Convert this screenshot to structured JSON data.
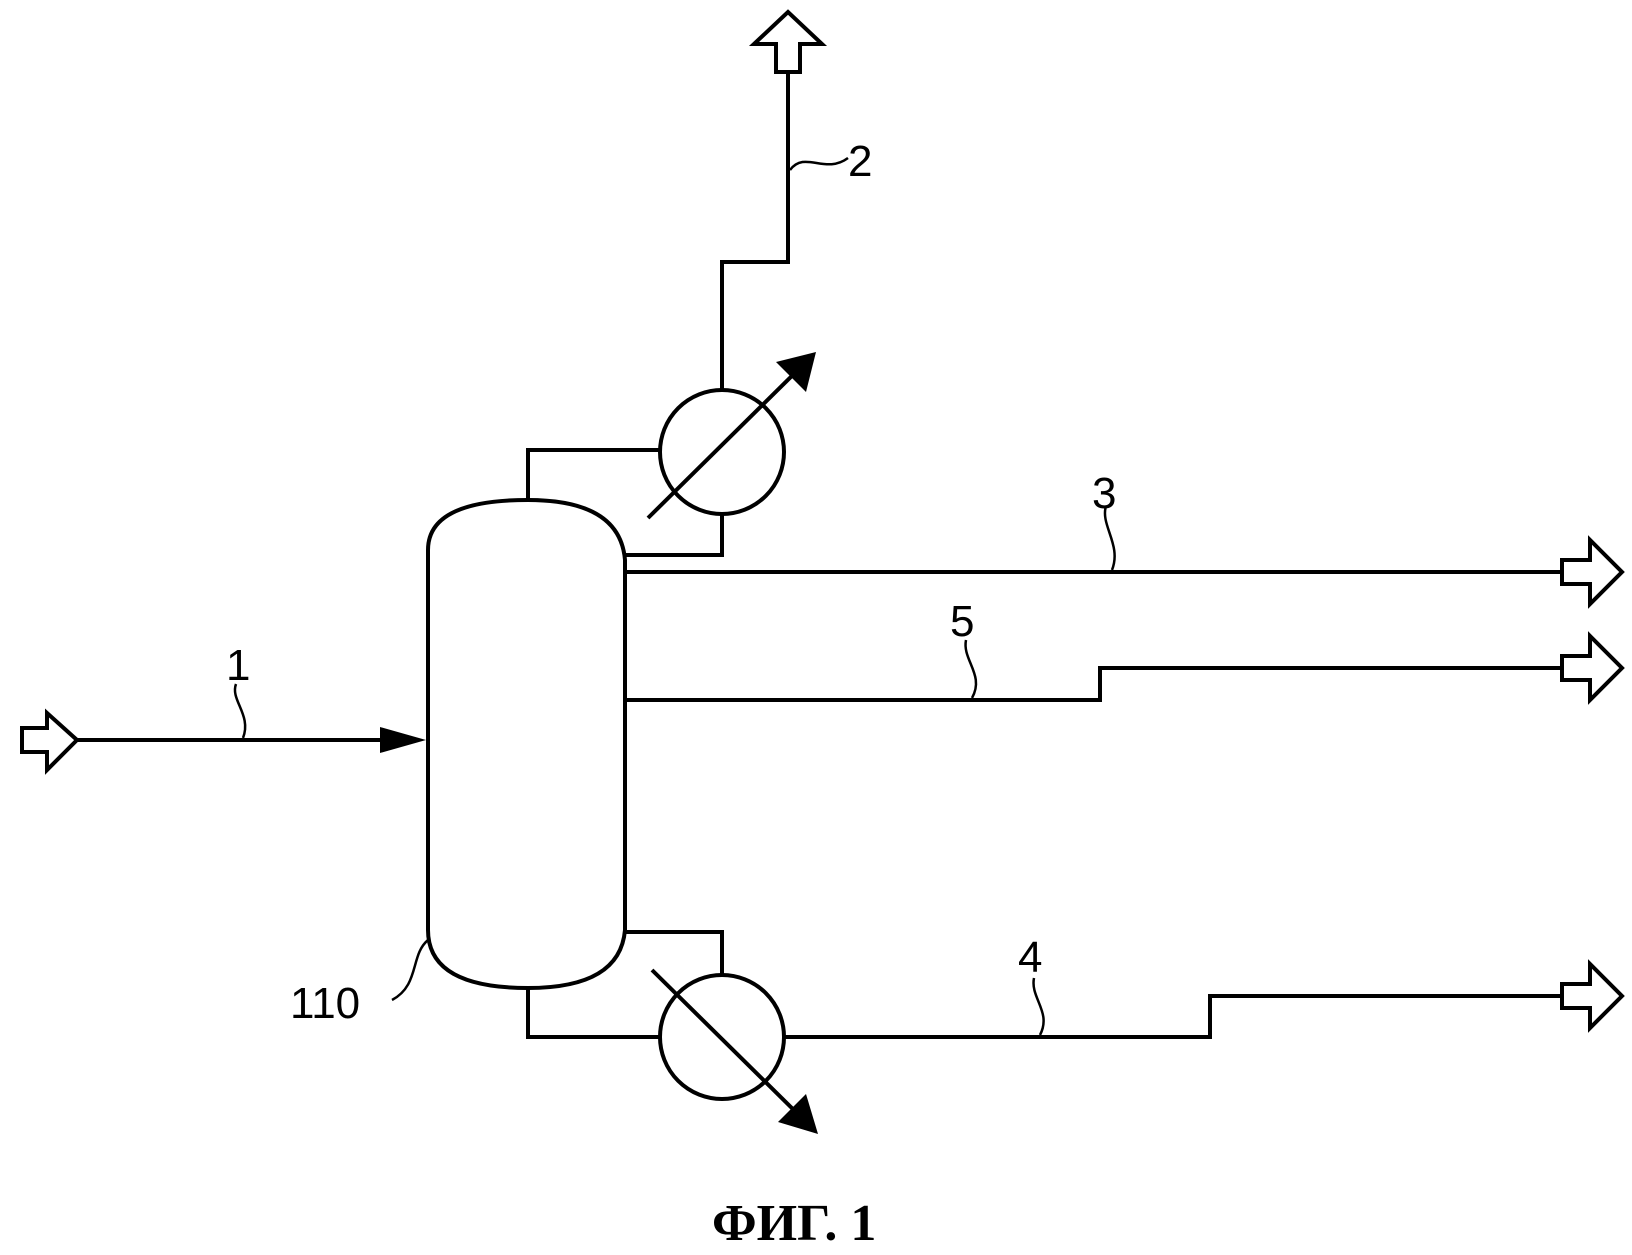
{
  "labels": {
    "feed": "1",
    "overhead": "2",
    "side_upper": "3",
    "bottoms": "4",
    "side_lower": "5",
    "column": "110"
  },
  "caption": "ФИГ. 1",
  "icons": [
    "feed-inlet-arrow-icon",
    "outlet-arrow-icon",
    "heat-exchanger-icon"
  ],
  "colors": {
    "line": "#000000",
    "background": "#ffffff"
  }
}
